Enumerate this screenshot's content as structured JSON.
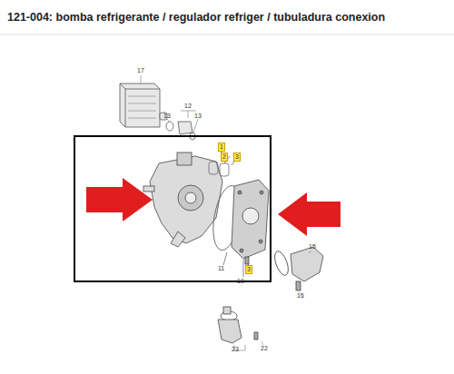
{
  "diagram": {
    "title": "121-004: bomba refrigerante / regulador refriger / tubuladura conexion",
    "nodes": [
      {
        "text": [
          "1"
        ]
      },
      {
        "text": [
          "2"
        ]
      },
      {
        "text": [
          "3"
        ]
      },
      {
        "text": [
          "3"
        ]
      }
    ],
    "labels": [
      "17",
      "12",
      "13",
      "13",
      "11",
      "10",
      "15",
      "16",
      "23",
      "22"
    ]
  }
}
